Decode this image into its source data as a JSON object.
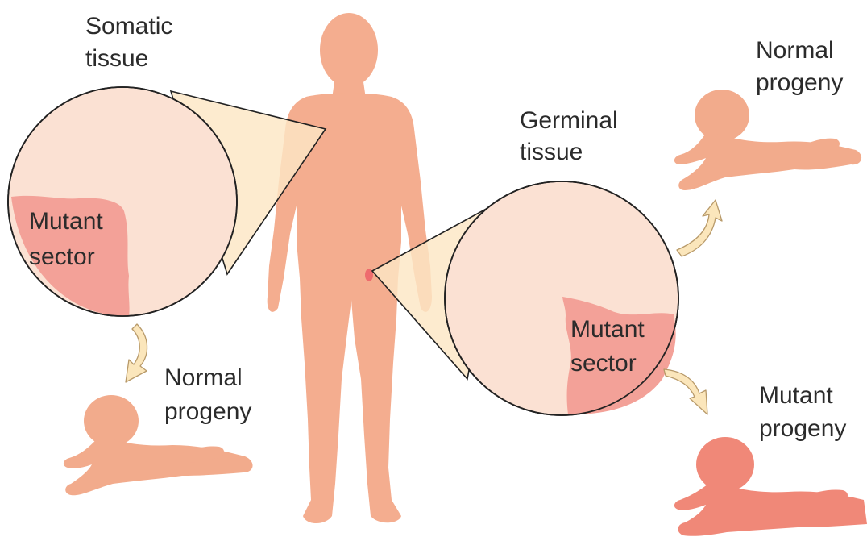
{
  "labels": {
    "somatic_1": "Somatic",
    "somatic_2": "tissue",
    "germinal_1": "Germinal",
    "germinal_2": "tissue",
    "mutant_sector_left_1": "Mutant",
    "mutant_sector_left_2": "sector",
    "mutant_sector_right_1": "Mutant",
    "mutant_sector_right_2": "sector",
    "normal_progeny_top_1": "Normal",
    "normal_progeny_top_2": "progeny",
    "normal_progeny_left_1": "Normal",
    "normal_progeny_left_2": "progeny",
    "mutant_progeny_1": "Mutant",
    "mutant_progeny_2": "progeny"
  },
  "colors": {
    "body": "#f4ad8f",
    "normal_baby": "#f2ab8c",
    "mutant_baby": "#f08878",
    "circle_fill": "#fbe1d3",
    "mutant_fill": "#f3a198",
    "magnify_cone": "#fde7c4",
    "arrow_fill": "#fbe6bb",
    "arrow_stroke": "#b89a6a",
    "germ_spot": "#ee6c6e"
  }
}
